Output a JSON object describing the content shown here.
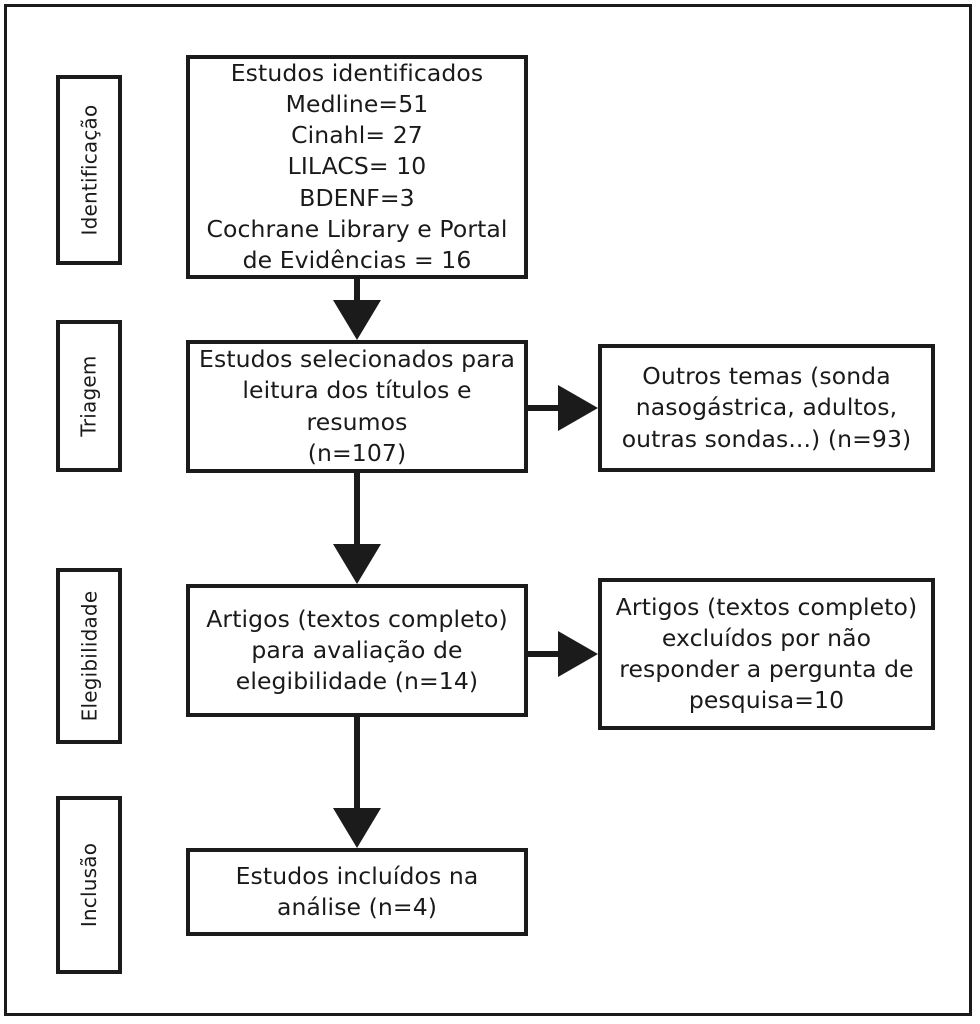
{
  "diagram": {
    "type": "prisma-flow-diagram",
    "language": "pt-BR",
    "colors": {
      "background": "#ffffff",
      "border": "#1b1b1b",
      "text": "#1a1a1a"
    },
    "stages": [
      {
        "id": "identificacao",
        "label": "Identificação"
      },
      {
        "id": "triagem",
        "label": "Triagem"
      },
      {
        "id": "elegibilidade",
        "label": "Elegibilidade"
      },
      {
        "id": "inclusao",
        "label": "Inclusão"
      }
    ],
    "boxes": {
      "identified": {
        "text": "Estudos identificados\nMedline=51\nCinahl= 27\nLILACS= 10\nBDENF=3\nCochrane Library e Portal\nde Evidências = 16",
        "counts": {
          "Medline": 51,
          "Cinahl": 27,
          "LILACS": 10,
          "BDENF": 3,
          "Cochrane Library e Portal de Evidências": 16
        }
      },
      "screened": {
        "text": "Estudos selecionados para\nleitura dos títulos e\nresumos\n(n=107)",
        "n": 107
      },
      "excluded_topics": {
        "text": "Outros temas (sonda\nnasogástrica, adultos,\noutras sondas...) (n=93)",
        "n": 93
      },
      "eligibility": {
        "text": "Artigos (textos completo)\npara avaliação de\nelegibilidade (n=14)",
        "n": 14
      },
      "excluded_fulltext": {
        "text": "Artigos (textos completo)\nexcluídos por não\nresponder a pergunta de\npesquisa=10",
        "n": 10
      },
      "included": {
        "text": "Estudos incluídos na\nanálise (n=4)",
        "n": 4
      }
    },
    "arrows": [
      {
        "id": "identified-to-screened",
        "direction": "down"
      },
      {
        "id": "screened-to-eligibility",
        "direction": "down"
      },
      {
        "id": "eligibility-to-included",
        "direction": "down"
      },
      {
        "id": "screened-to-excluded-topics",
        "direction": "right"
      },
      {
        "id": "eligibility-to-excluded-fulltext",
        "direction": "right"
      }
    ]
  }
}
